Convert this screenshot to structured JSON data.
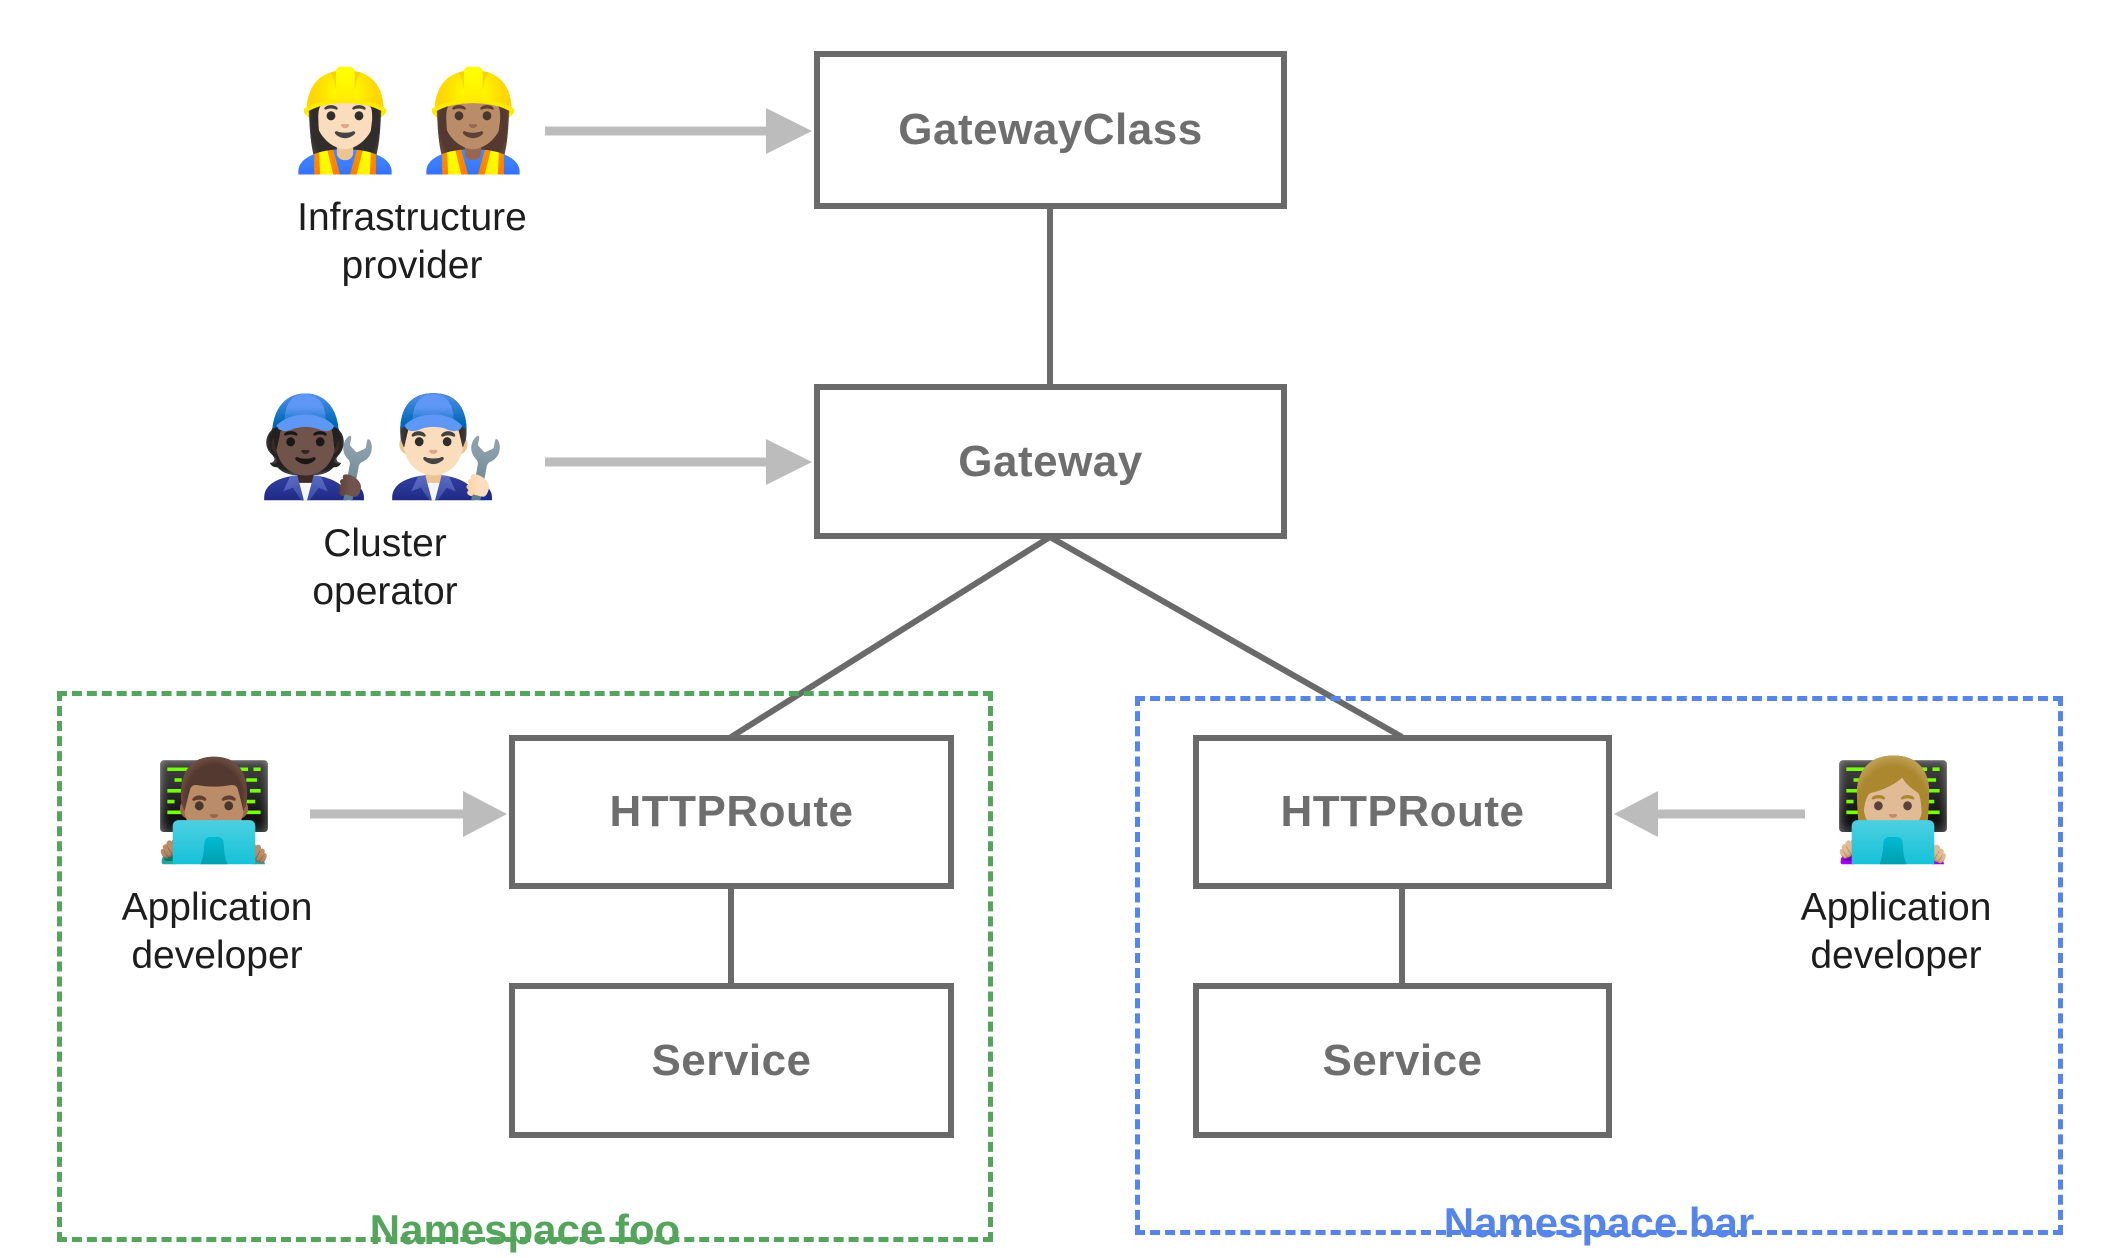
{
  "nodes": {
    "gateway_class": {
      "label": "GatewayClass"
    },
    "gateway": {
      "label": "Gateway"
    },
    "httproute_foo": {
      "label": "HTTPRoute"
    },
    "service_foo": {
      "label": "Service"
    },
    "httproute_bar": {
      "label": "HTTPRoute"
    },
    "service_bar": {
      "label": "Service"
    }
  },
  "personas": {
    "infrastructure_provider": {
      "emojis": "👷🏻‍♀️👷🏽‍♀️",
      "label_line1": "Infrastructure",
      "label_line2": "provider"
    },
    "cluster_operator": {
      "emojis": "🧑🏿‍🔧👨🏻‍🔧",
      "label_line1": "Cluster",
      "label_line2": "operator"
    },
    "app_developer_foo": {
      "emojis": "👨🏽‍💻",
      "label_line1": "Application",
      "label_line2": "developer"
    },
    "app_developer_bar": {
      "emojis": "👩🏼‍💻",
      "label_line1": "Application",
      "label_line2": "developer"
    }
  },
  "namespaces": {
    "foo": {
      "label": "Namespace foo",
      "color": "#54a45c"
    },
    "bar": {
      "label": "Namespace bar",
      "color": "#5585e8"
    }
  },
  "colors": {
    "node_border": "#6a6a6a",
    "node_text": "#6e6e6e",
    "connector": "#6a6a6a",
    "arrow": "#bcbcbc",
    "persona_text": "#1d1d1d"
  }
}
